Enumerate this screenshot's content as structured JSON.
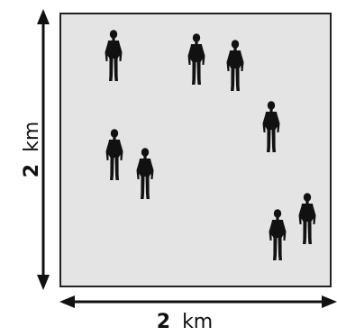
{
  "diagram": {
    "square": {
      "fill": "#e4e4e4",
      "stroke": "#222222"
    },
    "horizontal_dimension": {
      "value": "2",
      "unit": "km"
    },
    "vertical_dimension": {
      "value": "2",
      "unit": "km"
    },
    "figure": {
      "icon": "person-silhouette-icon",
      "color": "#111111",
      "count": 8
    }
  }
}
